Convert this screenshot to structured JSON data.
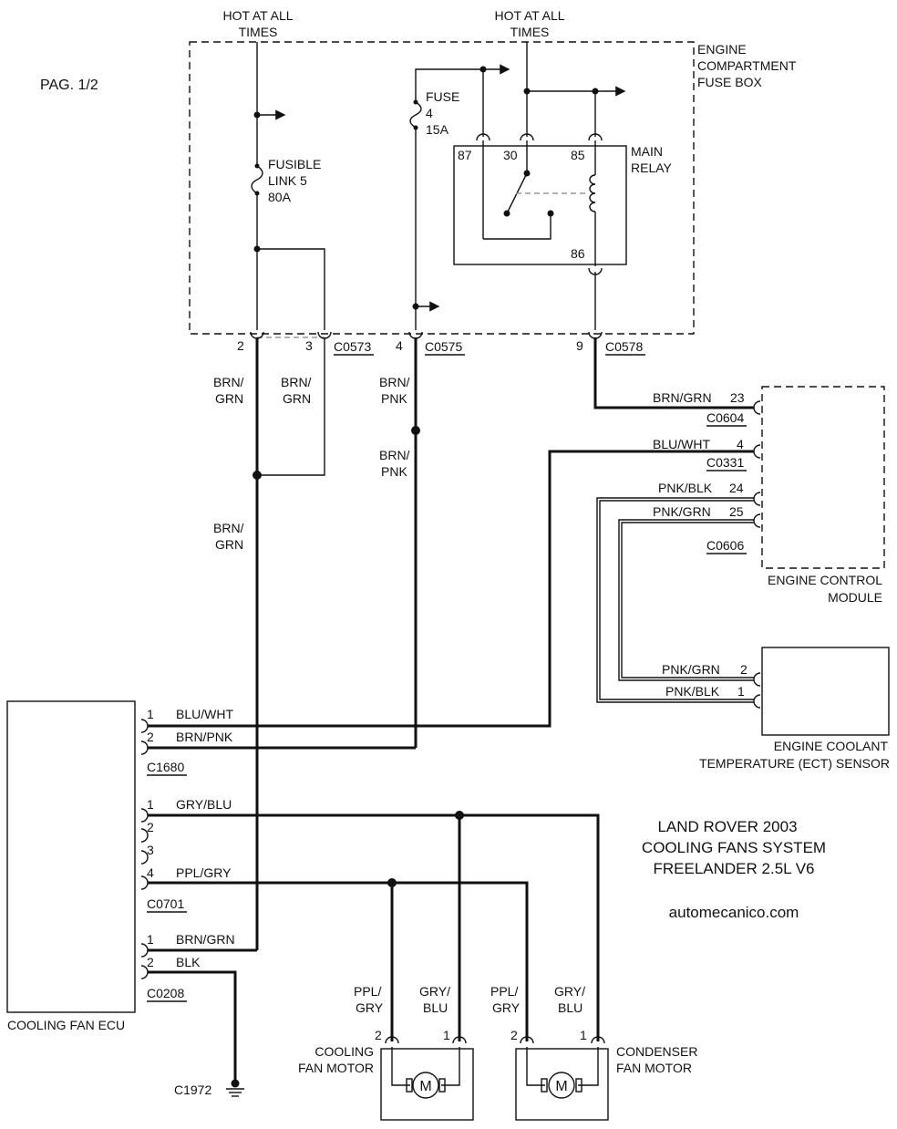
{
  "page_label": "PAG. 1/2",
  "title": {
    "line1": "LAND ROVER 2003",
    "line2": "COOLING FANS SYSTEM",
    "line3": "FREELANDER 2.5L V6"
  },
  "website": "automecanico.com",
  "fuse_box": {
    "label_line1": "ENGINE",
    "label_line2": "COMPARTMENT",
    "label_line3": "FUSE BOX",
    "hot_left_line1": "HOT AT ALL",
    "hot_left_line2": "TIMES",
    "hot_right_line1": "HOT AT ALL",
    "hot_right_line2": "TIMES",
    "fusible_link_line1": "FUSIBLE",
    "fusible_link_line2": "LINK 5",
    "fusible_link_line3": "80A",
    "fuse_line1": "FUSE",
    "fuse_line2": "4",
    "fuse_line3": "15A"
  },
  "relay": {
    "label_line1": "MAIN",
    "label_line2": "RELAY",
    "pin_87": "87",
    "pin_30": "30",
    "pin_85": "85",
    "pin_86": "86"
  },
  "connectors": {
    "c0573_pin2": "2",
    "c0573_pin3": "3",
    "c0573": "C0573",
    "c0575_pin": "4",
    "c0575": "C0575",
    "c0578_pin": "9",
    "c0578": "C0578",
    "c0604": "C0604",
    "c0331": "C0331",
    "c0606": "C0606",
    "c1680": "C1680",
    "c0701": "C0701",
    "c0208": "C0208",
    "c1972": "C1972"
  },
  "wires": {
    "brn_grn_1_l1": "BRN/",
    "brn_grn_1_l2": "GRN",
    "brn_grn_2_l1": "BRN/",
    "brn_grn_2_l2": "GRN",
    "brn_pnk_1_l1": "BRN/",
    "brn_pnk_1_l2": "PNK",
    "brn_pnk_2_l1": "BRN/",
    "brn_pnk_2_l2": "PNK",
    "brn_grn_3_l1": "BRN/",
    "brn_grn_3_l2": "GRN"
  },
  "ecm": {
    "label_line1": "ENGINE CONTROL",
    "label_line2": "MODULE",
    "w23": "BRN/GRN",
    "p23": "23",
    "w4": "BLU/WHT",
    "p4": "4",
    "w24": "PNK/BLK",
    "p24": "24",
    "w25": "PNK/GRN",
    "p25": "25"
  },
  "ect": {
    "label_line1": "ENGINE COOLANT",
    "label_line2": "TEMPERATURE (ECT) SENSOR",
    "w2": "PNK/GRN",
    "p2": "2",
    "w1": "PNK/BLK",
    "p1": "1"
  },
  "cooling_fan_ecu": {
    "label": "COOLING FAN ECU",
    "c1680_p1": "1",
    "c1680_w1": "BLU/WHT",
    "c1680_p2": "2",
    "c1680_w2": "BRN/PNK",
    "c0701_p1": "1",
    "c0701_w1": "GRY/BLU",
    "c0701_p2": "2",
    "c0701_p3": "3",
    "c0701_p4": "4",
    "c0701_w4": "PPL/GRY",
    "c0208_p1": "1",
    "c0208_w1": "BRN/GRN",
    "c0208_p2": "2",
    "c0208_w2": "BLK"
  },
  "motors": {
    "cooling_label_line1": "COOLING",
    "cooling_label_line2": "FAN MOTOR",
    "condenser_label_line1": "CONDENSER",
    "condenser_label_line2": "FAN MOTOR",
    "motor_symbol": "M",
    "cool_w_ppl_l1": "PPL/",
    "cool_w_ppl_l2": "GRY",
    "cool_w_gry_l1": "GRY/",
    "cool_w_gry_l2": "BLU",
    "cond_w_ppl_l1": "PPL/",
    "cond_w_ppl_l2": "GRY",
    "cond_w_gry_l1": "GRY/",
    "cond_w_gry_l2": "BLU",
    "cool_p2": "2",
    "cool_p1": "1",
    "cond_p2": "2",
    "cond_p1": "1"
  }
}
